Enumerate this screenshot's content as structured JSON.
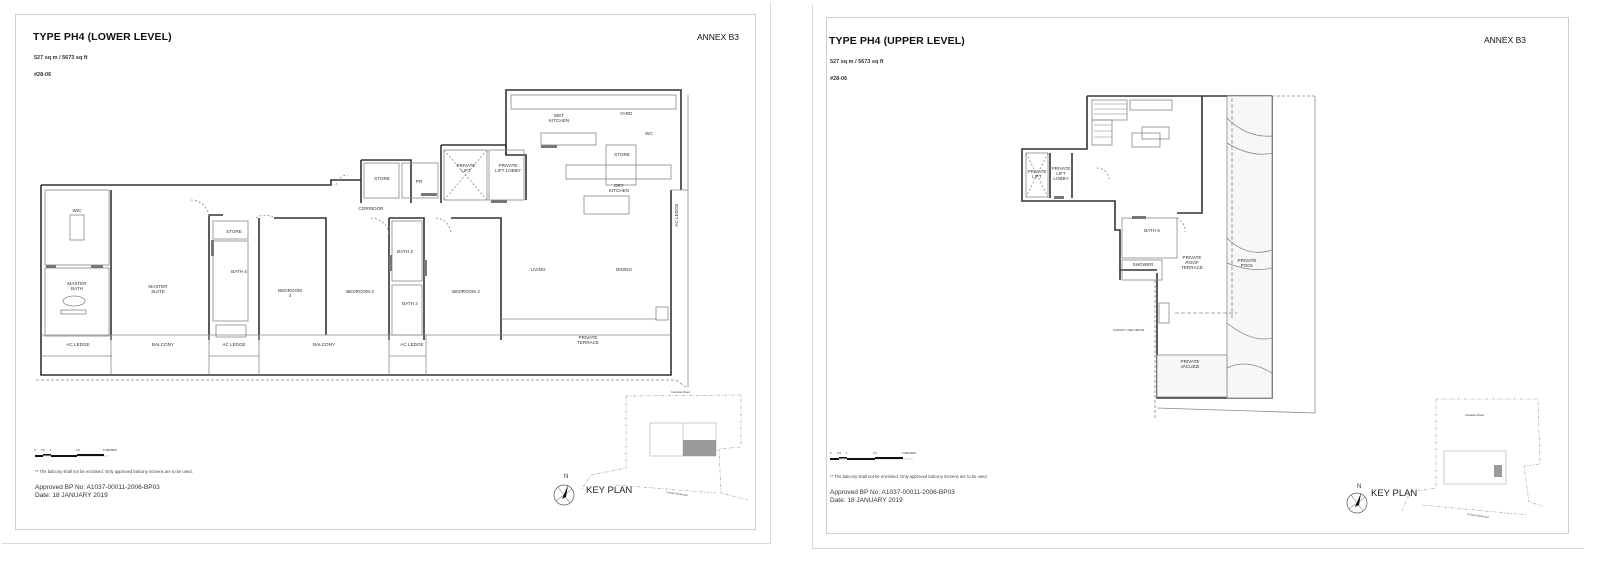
{
  "sheets": [
    {
      "title": "TYPE PH4 (LOWER LEVEL)",
      "annex": "ANNEX B3",
      "area": "527 sq m / 5673 sq ft",
      "unit": "#28-06",
      "rooms": {
        "wic": "WIC",
        "master_bath": [
          "MASTER",
          "BATH"
        ],
        "master_suite": [
          "MASTER",
          "SUITE"
        ],
        "store_1": "STORE",
        "bath_4": "BATH 4",
        "bedroom_4": [
          "BEDROOM",
          "4"
        ],
        "bedroom_3": "BEDROOM 3",
        "bath_3": "BATH 3",
        "bath_2": "BATH 2",
        "bedroom_2": "BEDROOM 2",
        "living": "LIVING",
        "dining": "DINING",
        "corridor": "CORRIDOR",
        "store_2": "STORE",
        "pr": "PR",
        "private_lift": [
          "PRIVATE",
          "LIFT"
        ],
        "private_lift_lobby": [
          "PRIVATE",
          "LIFT LOBBY"
        ],
        "wet_kitchen": [
          "WET",
          "KITCHEN"
        ],
        "yard": "YARD",
        "wc": "WC",
        "store_3": "STORE",
        "dry_kitchen": [
          "DRY",
          "KITCHEN"
        ],
        "ac_ledge_side": "AC LEDGE",
        "ac_ledge_1": "AC LEDGE",
        "balcony_1": "BALCONY",
        "ac_ledge_2": "AC LEDGE",
        "balcony_2": "BALCONY",
        "ac_ledge_3": "AC LEDGE",
        "private_terrace": [
          "PRIVATE",
          "TERRACE"
        ]
      },
      "scale_bar": {
        "ticks": [
          "0",
          "0.5",
          "1",
          "2.5",
          "5 METRES"
        ]
      },
      "balcony_note": "** The balcony shall not be enclosed. Only approved balcony screens are to be used.",
      "approved_bp": "Approved BP No: A1037-00011-2006-BP03",
      "date": "Date: 18 JANUARY 2019",
      "key_plan_label": "KEY PLAN",
      "key_plan": {
        "road_top": "Cuscaden Road",
        "road_bottom": "Orchard Boulevard",
        "north": "N"
      }
    },
    {
      "title": "TYPE PH4 (UPPER LEVEL)",
      "annex": "ANNEX B3",
      "area": "527 sq m / 5673 sq ft",
      "unit": "#28-06",
      "rooms": {
        "private_lift": [
          "PRIVATE",
          "LIFT"
        ],
        "private_lift_lobby": [
          "PRIVATE",
          "LIFT",
          "LOBBY"
        ],
        "bath_5": "BATH 5",
        "shower": "SHOWER",
        "private_roof_terrace": [
          "PRIVATE",
          "ROOF",
          "TERRACE"
        ],
        "private_pool": [
          "PRIVATE",
          "POOL"
        ],
        "private_jacuzzi": [
          "PRIVATE",
          "JACUZZI"
        ],
        "canopy_line": "CANOPY LINE ABOVE"
      },
      "scale_bar": {
        "ticks": [
          "0",
          "0.5",
          "1",
          "2.5",
          "5 METRES"
        ]
      },
      "balcony_note": "** The balcony shall not be enclosed. Only approved balcony screens are to be used.",
      "approved_bp": "Approved BP No: A1037-00011-2006-BP03",
      "date": "Date: 18 JANUARY 2019",
      "key_plan_label": "KEY PLAN",
      "key_plan": {
        "road_top": "Cuscaden Road",
        "road_bottom": "Orchard Boulevard",
        "north": "N"
      }
    }
  ],
  "colors": {
    "wall": "#333333",
    "line": "#888888",
    "frame": "#cfcfcf",
    "highlight": "#9a9a9a"
  }
}
